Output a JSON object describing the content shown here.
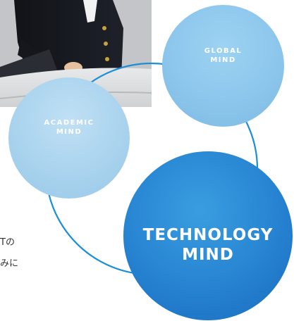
{
  "circles": {
    "global": "GLOBAL\nMIND",
    "academic": "ACADEMIC\nMIND",
    "technology": "TECHNOLOGY\nMIND"
  },
  "body_text": {
    "line1": "Tの",
    "line2": "みに"
  },
  "colors": {
    "ring": "#1a8fd6",
    "technology_circle": "#2683d1",
    "global_circle": "#8cc6ec",
    "academic_circle": "#a9d3ee"
  }
}
